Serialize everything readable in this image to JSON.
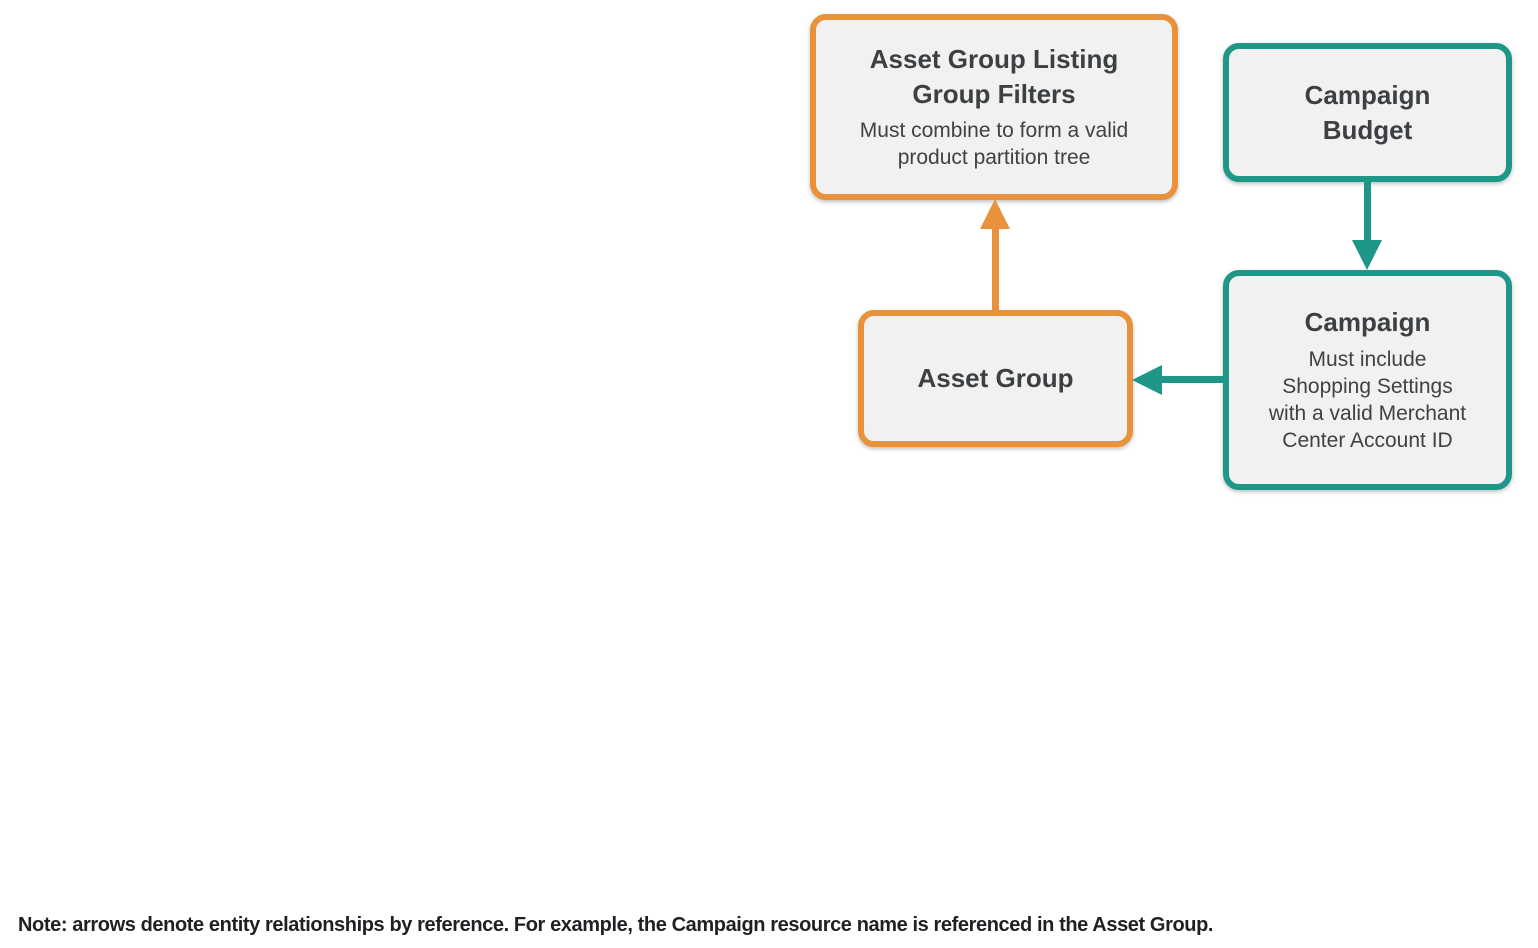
{
  "palette": {
    "orange": "#E8923C",
    "teal": "#1E9688",
    "node_fill": "#F1F1F1",
    "title_color": "#3C4043",
    "subtitle_color": "#3F4245",
    "note_color": "#1F2023",
    "background": "#FFFFFF"
  },
  "nodes": [
    {
      "id": "asset-group-listing-group-filters",
      "title": "Asset Group Listing\nGroup Filters",
      "subtitle": "Must combine to form a valid\nproduct partition tree",
      "accent": "orange"
    },
    {
      "id": "campaign-budget",
      "title": "Campaign\nBudget",
      "subtitle": "",
      "accent": "teal"
    },
    {
      "id": "asset-group",
      "title": "Asset Group",
      "subtitle": "",
      "accent": "orange"
    },
    {
      "id": "campaign",
      "title": "Campaign",
      "subtitle": "Must include\nShopping Settings\nwith a valid Merchant\nCenter Account ID",
      "accent": "teal"
    }
  ],
  "edges": [
    {
      "from": "asset-group",
      "to": "asset-group-listing-group-filters",
      "color": "orange",
      "direction": "up"
    },
    {
      "from": "campaign-budget",
      "to": "campaign",
      "color": "teal",
      "direction": "down"
    },
    {
      "from": "campaign",
      "to": "asset-group",
      "color": "teal",
      "direction": "left"
    }
  ],
  "note": "Note: arrows denote entity relationships by reference. For example, the Campaign resource name is referenced in the Asset Group."
}
